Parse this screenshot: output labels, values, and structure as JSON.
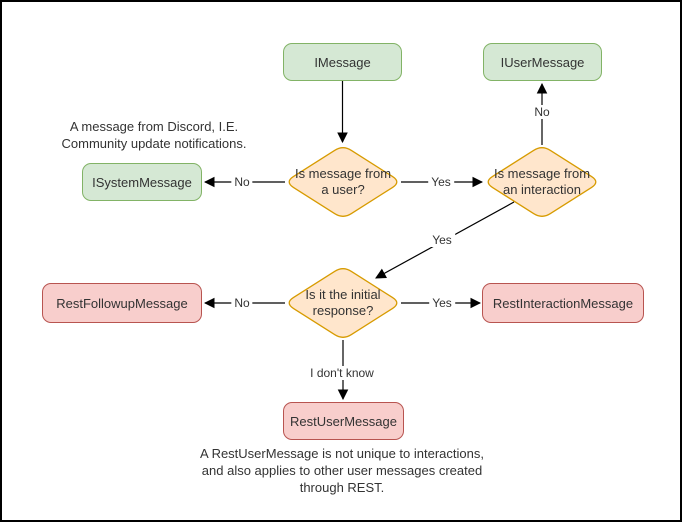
{
  "colors": {
    "background": "#ffffff",
    "frame_border": "#000000",
    "green_fill": "#d5e8d4",
    "green_stroke": "#82b366",
    "orange_fill": "#ffe6cc",
    "orange_stroke": "#d79b00",
    "red_fill": "#f8cecc",
    "red_stroke": "#b85450",
    "edge_color": "#000000",
    "text_color": "#333333"
  },
  "nodes": {
    "imessage": {
      "label": "IMessage"
    },
    "iusermessage": {
      "label": "IUserMessage"
    },
    "isystemmessage": {
      "label": "ISystemMessage"
    },
    "restfollowupmessage": {
      "label": "RestFollowupMessage"
    },
    "restinteractionmessage": {
      "label": "RestInteractionMessage"
    },
    "restusermessage": {
      "label": "RestUserMessage"
    }
  },
  "decisions": {
    "is_from_user": {
      "label": "Is message from a user?"
    },
    "is_from_interaction": {
      "label": "Is message from an interaction"
    },
    "is_initial_response": {
      "label": "Is it the initial response?"
    }
  },
  "edge_labels": {
    "user_no": "No",
    "user_yes": "Yes",
    "interaction_no": "No",
    "interaction_yes": "Yes",
    "initial_no": "No",
    "initial_yes": "Yes",
    "initial_unknown": "I don't know"
  },
  "annotations": {
    "system_note": {
      "lines": [
        "A message from Discord, I.E.",
        "Community update notifications."
      ]
    },
    "rest_note": {
      "lines": [
        "A RestUserMessage is not unique to interactions,",
        "and also applies to other user messages created",
        "through REST."
      ]
    }
  }
}
